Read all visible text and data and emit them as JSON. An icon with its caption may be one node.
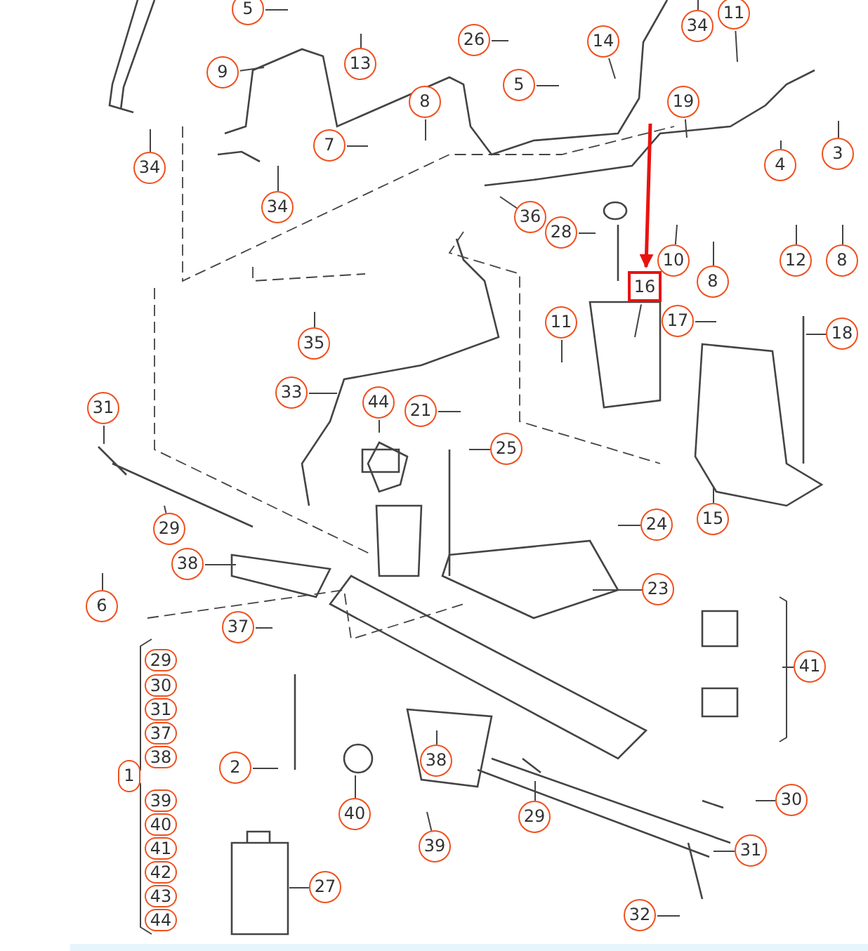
{
  "diagram": {
    "nodes": [
      {
        "text": [
          "5"
        ]
      },
      {
        "text": [
          "13"
        ]
      },
      {
        "text": [
          "26"
        ]
      },
      {
        "text": [
          "14"
        ]
      },
      {
        "text": [
          "34"
        ]
      },
      {
        "text": [
          "11"
        ]
      },
      {
        "text": [
          "5"
        ]
      },
      {
        "text": [
          "9"
        ]
      },
      {
        "text": [
          "8"
        ]
      },
      {
        "text": [
          "7"
        ]
      },
      {
        "text": [
          "34"
        ]
      },
      {
        "text": [
          "34"
        ]
      },
      {
        "text": [
          "19"
        ]
      },
      {
        "text": [
          "4"
        ]
      },
      {
        "text": [
          "3"
        ]
      },
      {
        "text": [
          "36"
        ]
      },
      {
        "text": [
          "28"
        ]
      },
      {
        "text": [
          "10"
        ]
      },
      {
        "text": [
          "8"
        ]
      },
      {
        "text": [
          "12"
        ]
      },
      {
        "text": [
          "8"
        ]
      },
      {
        "text": [
          "16"
        ]
      },
      {
        "text": [
          "11"
        ]
      },
      {
        "text": [
          "17"
        ]
      },
      {
        "text": [
          "18"
        ]
      },
      {
        "text": [
          "35"
        ]
      },
      {
        "text": [
          "33"
        ]
      },
      {
        "text": [
          "44"
        ]
      },
      {
        "text": [
          "21"
        ]
      },
      {
        "text": [
          "25"
        ]
      },
      {
        "text": [
          "31"
        ]
      },
      {
        "text": [
          "29"
        ]
      },
      {
        "text": [
          "6"
        ]
      },
      {
        "text": [
          "38"
        ]
      },
      {
        "text": [
          "24"
        ]
      },
      {
        "text": [
          "15"
        ]
      },
      {
        "text": [
          "23"
        ]
      },
      {
        "text": [
          "37"
        ]
      },
      {
        "text": [
          "41"
        ]
      },
      {
        "text": [
          "2"
        ]
      },
      {
        "text": [
          "38"
        ]
      },
      {
        "text": [
          "29"
        ]
      },
      {
        "text": [
          "30"
        ]
      },
      {
        "text": [
          "40"
        ]
      },
      {
        "text": [
          "39"
        ]
      },
      {
        "text": [
          "31"
        ]
      },
      {
        "text": [
          "27"
        ]
      },
      {
        "text": [
          "32"
        ]
      },
      {
        "text": [
          "29"
        ]
      },
      {
        "text": [
          "30"
        ]
      },
      {
        "text": [
          "31"
        ]
      },
      {
        "text": [
          "37"
        ]
      },
      {
        "text": [
          "38"
        ]
      },
      {
        "text": [
          "1"
        ]
      },
      {
        "text": [
          "39"
        ]
      },
      {
        "text": [
          "40"
        ]
      },
      {
        "text": [
          "41"
        ]
      },
      {
        "text": [
          "42"
        ]
      },
      {
        "text": [
          "43"
        ]
      },
      {
        "text": [
          "44"
        ]
      }
    ],
    "edges": [
      {
        "from": 0,
        "to": null,
        "arrow": "none"
      },
      {
        "from": 1,
        "to": null,
        "arrow": "none"
      },
      {
        "from": 2,
        "to": null,
        "arrow": "none"
      },
      {
        "from": 3,
        "to": null,
        "arrow": "none"
      },
      {
        "from": 4,
        "to": null,
        "arrow": "none"
      },
      {
        "from": 5,
        "to": null,
        "arrow": "none"
      },
      {
        "from": 6,
        "to": null,
        "arrow": "none"
      },
      {
        "from": 7,
        "to": null,
        "arrow": "none"
      },
      {
        "from": 8,
        "to": null,
        "arrow": "none"
      },
      {
        "from": 9,
        "to": null,
        "arrow": "none"
      },
      {
        "from": 10,
        "to": null,
        "arrow": "none"
      },
      {
        "from": 11,
        "to": null,
        "arrow": "none"
      },
      {
        "from": 12,
        "to": null,
        "arrow": "none"
      },
      {
        "from": 13,
        "to": null,
        "arrow": "none"
      },
      {
        "from": 14,
        "to": null,
        "arrow": "none"
      },
      {
        "from": 15,
        "to": null,
        "arrow": "none"
      },
      {
        "from": 16,
        "to": null,
        "arrow": "none"
      },
      {
        "from": 17,
        "to": null,
        "arrow": "none"
      },
      {
        "from": 18,
        "to": null,
        "arrow": "none"
      },
      {
        "from": 19,
        "to": null,
        "arrow": "none"
      },
      {
        "from": 20,
        "to": null,
        "arrow": "none"
      },
      {
        "from": 21,
        "to": null,
        "arrow": "none"
      },
      {
        "from": 22,
        "to": null,
        "arrow": "none"
      },
      {
        "from": 23,
        "to": null,
        "arrow": "none"
      },
      {
        "from": 24,
        "to": null,
        "arrow": "none"
      },
      {
        "from": 25,
        "to": null,
        "arrow": "none"
      },
      {
        "from": 26,
        "to": null,
        "arrow": "none"
      },
      {
        "from": 27,
        "to": null,
        "arrow": "none"
      },
      {
        "from": 28,
        "to": null,
        "arrow": "none"
      },
      {
        "from": 29,
        "to": null,
        "arrow": "none"
      },
      {
        "from": 30,
        "to": null,
        "arrow": "none"
      },
      {
        "from": 31,
        "to": null,
        "arrow": "none"
      },
      {
        "from": 32,
        "to": null,
        "arrow": "none"
      },
      {
        "from": 33,
        "to": null,
        "arrow": "none"
      },
      {
        "from": 34,
        "to": null,
        "arrow": "none"
      },
      {
        "from": 35,
        "to": null,
        "arrow": "none"
      },
      {
        "from": 36,
        "to": null,
        "arrow": "none"
      },
      {
        "from": 37,
        "to": null,
        "arrow": "none"
      },
      {
        "from": 38,
        "to": null,
        "arrow": "none"
      },
      {
        "from": 39,
        "to": null,
        "arrow": "none"
      },
      {
        "from": 40,
        "to": null,
        "arrow": "none"
      },
      {
        "from": 41,
        "to": null,
        "arrow": "none"
      },
      {
        "from": 42,
        "to": null,
        "arrow": "none"
      },
      {
        "from": 43,
        "to": null,
        "arrow": "none"
      },
      {
        "from": 44,
        "to": null,
        "arrow": "none"
      },
      {
        "from": 45,
        "to": null,
        "arrow": "none"
      },
      {
        "from": 46,
        "to": null,
        "arrow": "none"
      },
      {
        "from": 47,
        "to": null,
        "arrow": "none"
      },
      {
        "from": null,
        "to": 21,
        "arrow": "to",
        "style": "thick",
        "color": "#e8130f"
      }
    ]
  }
}
